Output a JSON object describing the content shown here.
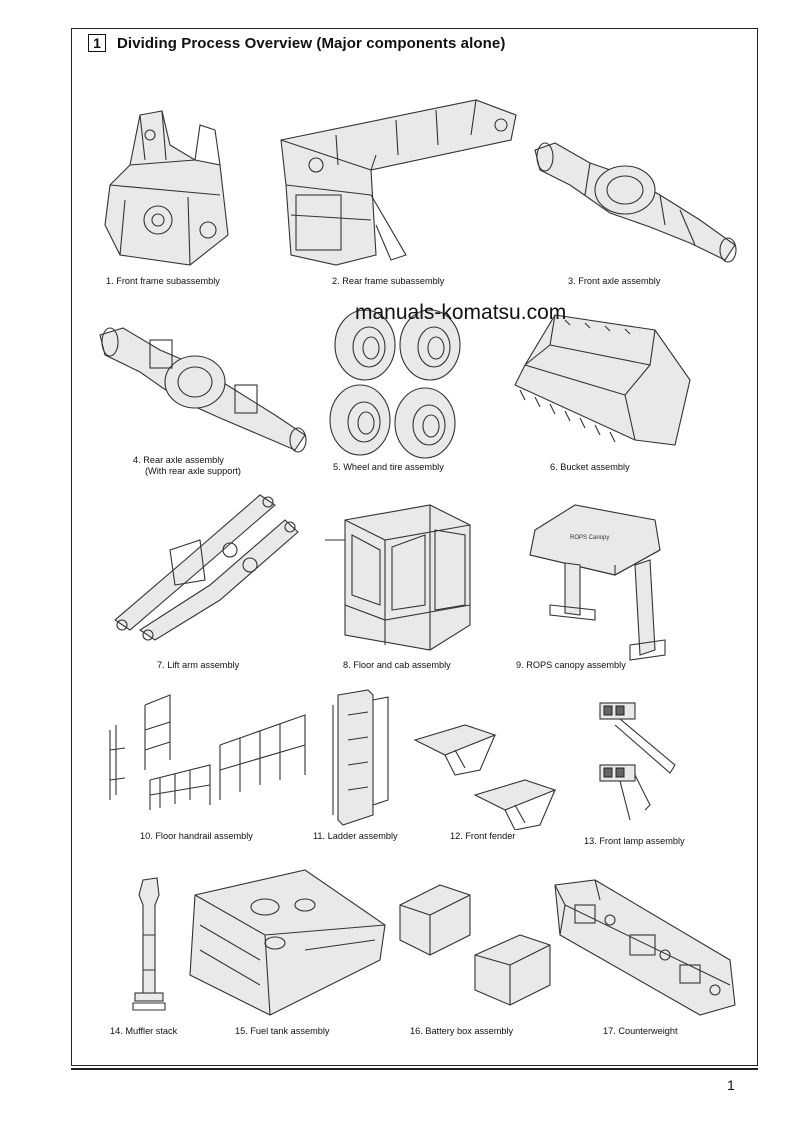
{
  "section": {
    "number": "1",
    "title": "Dividing Process Overview (Major components alone)"
  },
  "watermark": "manuals-komatsu.com",
  "page_number": "1",
  "components": [
    {
      "caption": "1. Front frame subassembly",
      "icon": "front-frame-drawing"
    },
    {
      "caption": "2. Rear frame subassembly",
      "icon": "rear-frame-drawing"
    },
    {
      "caption": "3. Front axle assembly",
      "icon": "front-axle-drawing"
    },
    {
      "caption": "4. Rear axle assembly",
      "caption2": "(With rear axle support)",
      "icon": "rear-axle-drawing"
    },
    {
      "caption": "5. Wheel and tire assembly",
      "icon": "wheel-tire-drawing"
    },
    {
      "caption": "6. Bucket assembly",
      "icon": "bucket-drawing"
    },
    {
      "caption": "7. Lift arm assembly",
      "icon": "lift-arm-drawing"
    },
    {
      "caption": "8. Floor and cab assembly",
      "icon": "floor-cab-drawing"
    },
    {
      "caption": "9. ROPS canopy assembly",
      "icon": "rops-canopy-drawing",
      "label": "ROPS Canopy"
    },
    {
      "caption": "10. Floor handrail assembly",
      "icon": "handrail-drawing"
    },
    {
      "caption": "11. Ladder assembly",
      "icon": "ladder-drawing"
    },
    {
      "caption": "12. Front fender",
      "icon": "front-fender-drawing"
    },
    {
      "caption": "13. Front lamp assembly",
      "icon": "front-lamp-drawing"
    },
    {
      "caption": "14. Muffler stack",
      "icon": "muffler-stack-drawing"
    },
    {
      "caption": "15. Fuel tank assembly",
      "icon": "fuel-tank-drawing"
    },
    {
      "caption": "16. Battery box assembly",
      "icon": "battery-box-drawing"
    },
    {
      "caption": "17. Counterweight",
      "icon": "counterweight-drawing"
    }
  ]
}
